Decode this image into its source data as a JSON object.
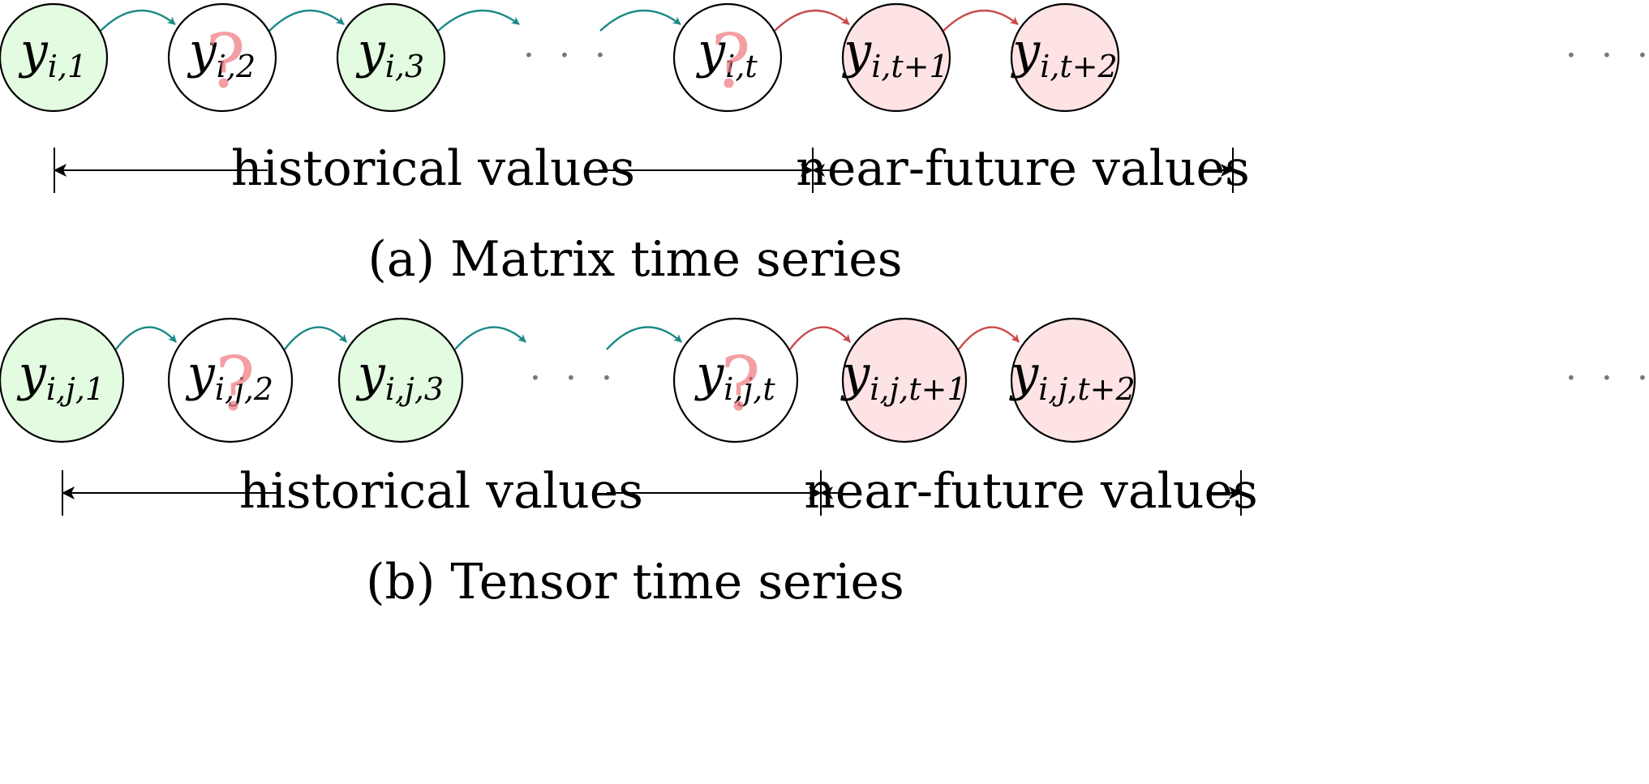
{
  "colors": {
    "observed_fill": "#e3fbe0",
    "future_fill": "#fde3e4",
    "missing_fill": "#ffffff",
    "history_arrow": "#1a8a85",
    "future_arrow": "#c84a4b",
    "question_mark": "#ef7f86"
  },
  "panels": [
    {
      "caption": "(a) Matrix time series",
      "nodes": [
        {
          "var": "y",
          "sub": "i,1",
          "state": "observed"
        },
        {
          "var": "y",
          "sub": "i,2",
          "state": "missing",
          "mark": "?"
        },
        {
          "var": "y",
          "sub": "i,3",
          "state": "observed"
        },
        {
          "var": "y",
          "sub": "i,t",
          "state": "missing",
          "mark": "?"
        },
        {
          "var": "y",
          "sub": "i,t+1",
          "state": "future"
        },
        {
          "var": "y",
          "sub": "i,t+2",
          "state": "future"
        }
      ],
      "ellipsis": "· · ·",
      "historical_label": "historical values",
      "future_label": "near-future values"
    },
    {
      "caption": "(b) Tensor time series",
      "nodes": [
        {
          "var": "y",
          "sub": "i,j,1",
          "state": "observed"
        },
        {
          "var": "y",
          "sub": "i,j,2",
          "state": "missing",
          "mark": "?"
        },
        {
          "var": "y",
          "sub": "i,j,3",
          "state": "observed"
        },
        {
          "var": "y",
          "sub": "i,j,t",
          "state": "missing",
          "mark": "?"
        },
        {
          "var": "y",
          "sub": "i,j,t+1",
          "state": "future"
        },
        {
          "var": "y",
          "sub": "i,j,t+2",
          "state": "future"
        }
      ],
      "ellipsis": "· · ·",
      "historical_label": "historical values",
      "future_label": "near-future values"
    }
  ]
}
